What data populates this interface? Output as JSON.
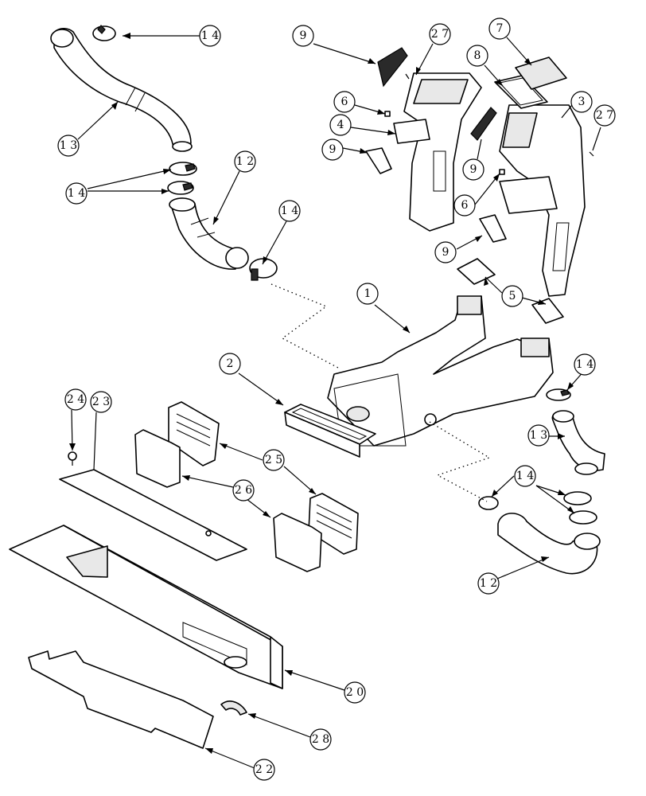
{
  "callouts": [
    {
      "id": "c14a",
      "label": "1 4"
    },
    {
      "id": "c13a",
      "label": "1 3"
    },
    {
      "id": "c14b",
      "label": "1 4"
    },
    {
      "id": "c12a",
      "label": "1 2"
    },
    {
      "id": "c14c",
      "label": "1 4"
    },
    {
      "id": "c9a",
      "label": "9"
    },
    {
      "id": "c27a",
      "label": "2 7"
    },
    {
      "id": "c8",
      "label": "8"
    },
    {
      "id": "c7",
      "label": "7"
    },
    {
      "id": "c3",
      "label": "3"
    },
    {
      "id": "c27b",
      "label": "2 7"
    },
    {
      "id": "c6a",
      "label": "6"
    },
    {
      "id": "c4",
      "label": "4"
    },
    {
      "id": "c9b",
      "label": "9"
    },
    {
      "id": "c9c",
      "label": "9"
    },
    {
      "id": "c6b",
      "label": "6"
    },
    {
      "id": "c9d",
      "label": "9"
    },
    {
      "id": "c1",
      "label": "1"
    },
    {
      "id": "c5",
      "label": "5"
    },
    {
      "id": "c2",
      "label": "2"
    },
    {
      "id": "c14d",
      "label": "1 4"
    },
    {
      "id": "c13b",
      "label": "1 3"
    },
    {
      "id": "c24",
      "label": "2 4"
    },
    {
      "id": "c23",
      "label": "2 3"
    },
    {
      "id": "c25",
      "label": "2 5"
    },
    {
      "id": "c26",
      "label": "2 6"
    },
    {
      "id": "c14e",
      "label": "1 4"
    },
    {
      "id": "c12b",
      "label": "1 2"
    },
    {
      "id": "c20",
      "label": "2 0"
    },
    {
      "id": "c28",
      "label": "2 8"
    },
    {
      "id": "c22",
      "label": "2 2"
    }
  ]
}
